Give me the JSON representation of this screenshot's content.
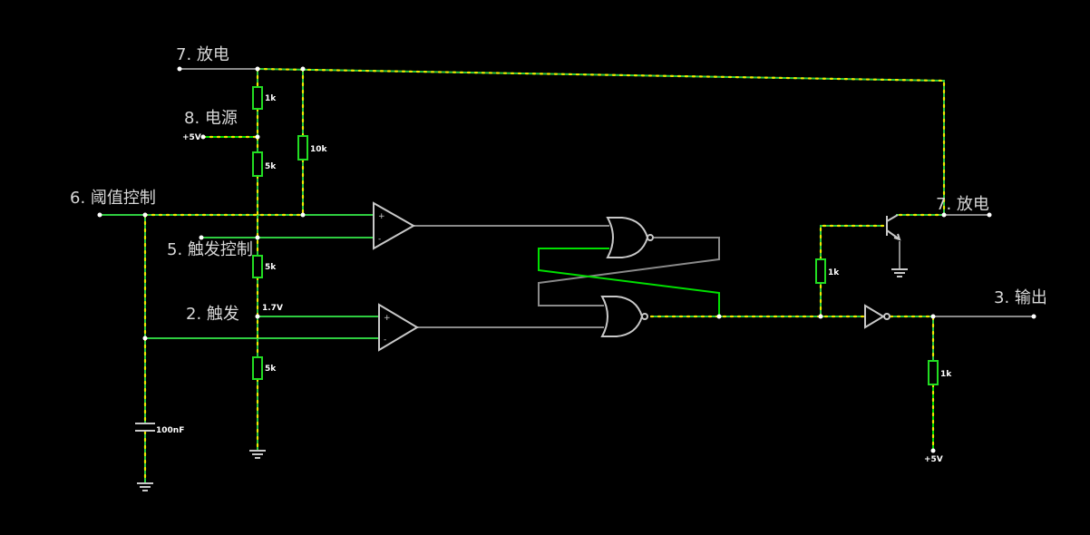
{
  "colors": {
    "background": "#000000",
    "active_wire": "#2ecc40",
    "bright_wire": "#00e000",
    "idle_wire": "#8a8a8a",
    "current_dot": "#f2e600",
    "component": "#c8c8c8",
    "label": "#d8d8d8"
  },
  "labels": {
    "pin7_top": "7. 放电",
    "pin8": "8. 电源",
    "pin6": "6. 阈值控制",
    "pin5": "5. 触发控制",
    "pin2": "2. 触发",
    "pin7_right": "7. 放电",
    "pin3": "3. 输出"
  },
  "values": {
    "r_top": "1k",
    "r_10k": "10k",
    "r_5k_a": "5k",
    "r_5k_b": "5k",
    "r_5k_c": "5k",
    "r_base": "1k",
    "r_out": "1k",
    "cap": "100nF",
    "supply_left": "+5V",
    "supply_right": "+5V",
    "ref_voltage": "1.7V",
    "plus": "+",
    "minus": "-"
  },
  "icons": [
    "resistor-icon",
    "capacitor-icon",
    "ground-icon",
    "comparator-icon",
    "nor-gate-icon",
    "inverter-icon",
    "npn-transistor-icon"
  ]
}
